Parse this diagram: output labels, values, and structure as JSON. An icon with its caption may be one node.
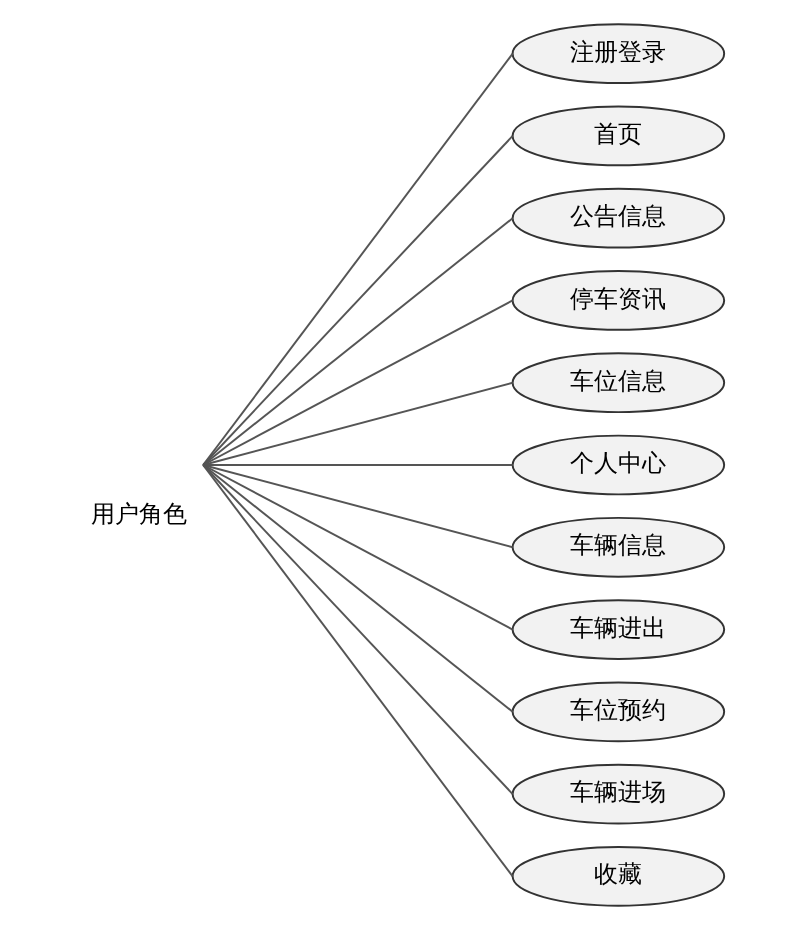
{
  "diagram": {
    "nodes": [
      {
        "text": [
          "用户角色"
        ]
      },
      {
        "text": [
          "注册登录"
        ]
      },
      {
        "text": [
          "首页"
        ]
      },
      {
        "text": [
          "公告信息"
        ]
      },
      {
        "text": [
          "停车资讯"
        ]
      },
      {
        "text": [
          "车位信息"
        ]
      },
      {
        "text": [
          "个人中心"
        ]
      },
      {
        "text": [
          "车辆信息"
        ]
      },
      {
        "text": [
          "车辆进出"
        ]
      },
      {
        "text": [
          "车位预约"
        ]
      },
      {
        "text": [
          "车辆进场"
        ]
      },
      {
        "text": [
          "收藏"
        ]
      }
    ],
    "edges": [
      {
        "from": 0,
        "to": 1,
        "arrow": "none"
      },
      {
        "from": 0,
        "to": 2,
        "arrow": "none"
      },
      {
        "from": 0,
        "to": 3,
        "arrow": "none"
      },
      {
        "from": 0,
        "to": 4,
        "arrow": "none"
      },
      {
        "from": 0,
        "to": 5,
        "arrow": "none"
      },
      {
        "from": 0,
        "to": 6,
        "arrow": "none"
      },
      {
        "from": 0,
        "to": 7,
        "arrow": "none"
      },
      {
        "from": 0,
        "to": 8,
        "arrow": "none"
      },
      {
        "from": 0,
        "to": 9,
        "arrow": "none"
      },
      {
        "from": 0,
        "to": 10,
        "arrow": "none"
      },
      {
        "from": 0,
        "to": 11,
        "arrow": "none"
      }
    ]
  }
}
